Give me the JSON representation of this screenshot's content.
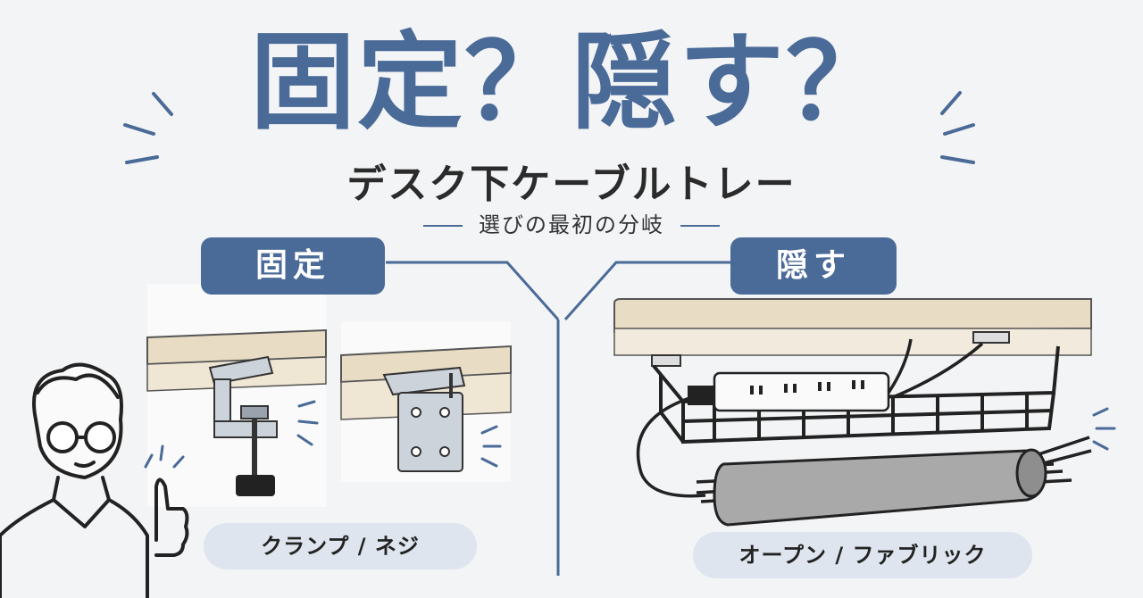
{
  "title": {
    "part1": "固定？",
    "part2": "隠す？"
  },
  "subtitle": "デスク下ケーブルトレー",
  "tagline": "選びの最初の分岐",
  "left": {
    "badge": "固定",
    "pill": "クランプ / ネジ"
  },
  "right": {
    "badge": "隠す",
    "pill": "オープン / ファブリック"
  },
  "colors": {
    "accent": "#4a6a98",
    "pill_bg": "#dfe5ee",
    "background": "#f3f4f6",
    "wood": "#e9dcc4"
  }
}
